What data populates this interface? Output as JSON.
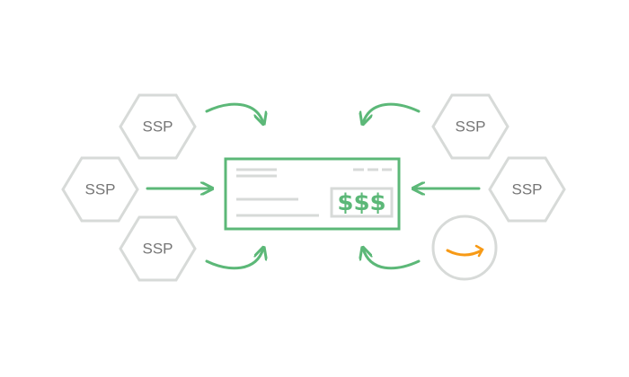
{
  "nodes": {
    "ssp_top_left": {
      "label": "SSP"
    },
    "ssp_mid_left": {
      "label": "SSP"
    },
    "ssp_bottom_left": {
      "label": "SSP"
    },
    "ssp_top_right": {
      "label": "SSP"
    },
    "ssp_mid_right": {
      "label": "SSP"
    }
  },
  "check": {
    "amount": "$$$"
  },
  "amazon": {
    "icon": "amazon-smile-icon"
  },
  "colors": {
    "accent_green": "#5cb878",
    "outline_gray": "#d7dad8",
    "label_gray": "#757575",
    "amazon_orange": "#f79a16"
  }
}
